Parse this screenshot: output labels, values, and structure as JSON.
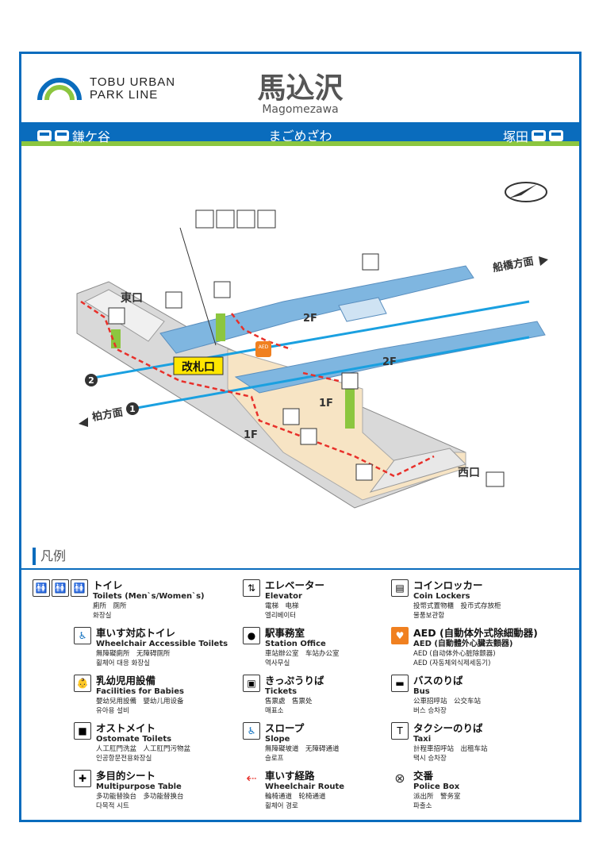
{
  "header": {
    "logo_line1": "TOBU URBAN",
    "logo_line2": "PARK LINE",
    "station_name": "馬込沢",
    "station_name_en": "Magomezawa",
    "station_kana": "まごめざわ",
    "prev_station": "鎌ケ谷",
    "next_station": "塚田"
  },
  "map": {
    "east_exit": "東口",
    "west_exit": "西口",
    "ticket_gate": "改札口",
    "floor_2f_a": "2F",
    "floor_2f_b": "2F",
    "floor_1f_a": "1F",
    "floor_1f_b": "1F",
    "dir_funabashi": "船橋方面",
    "dir_kashiwa": "柏方面",
    "track_1": "1",
    "track_2": "2",
    "aed": "AED"
  },
  "legend": {
    "title": "凡例",
    "items": [
      {
        "icon": "toilets-icon",
        "ja": "トイレ",
        "en": "Toilets (Men`s/Women`s)",
        "sub1": "廁所　厕所",
        "sub2": "화장실"
      },
      {
        "icon": "wheelchair-toilet-icon",
        "ja": "車いす対応トイレ",
        "en": "Wheelchair Accessible Toilets",
        "sub1": "無障礙廁所　无障碍厕所",
        "sub2": "휠체어 대응 화장실"
      },
      {
        "icon": "baby-icon",
        "ja": "乳幼児用設備",
        "en": "Facilities for Babies",
        "sub1": "嬰幼兒用設備　婴幼儿用设备",
        "sub2": "유아용 설비"
      },
      {
        "icon": "ostomate-icon",
        "ja": "オストメイト",
        "en": "Ostomate Toilets",
        "sub1": "人工肛門洗盆　人工肛門污物盆",
        "sub2": "인공항문전용화장실"
      },
      {
        "icon": "multipurpose-table-icon",
        "ja": "多目的シート",
        "en": "Multipurpose Table",
        "sub1": "多功能替換台　多功能替换台",
        "sub2": "다목적 시트"
      },
      {
        "icon": "elevator-icon",
        "ja": "エレベーター",
        "en": "Elevator",
        "sub1": "電梯　电梯",
        "sub2": "엘리베이터"
      },
      {
        "icon": "station-office-icon",
        "ja": "駅事務室",
        "en": "Station Office",
        "sub1": "車站辦公室　车站办公室",
        "sub2": "역사무실"
      },
      {
        "icon": "tickets-icon",
        "ja": "きっぷうりば",
        "en": "Tickets",
        "sub1": "售票處　售票处",
        "sub2": "매표소"
      },
      {
        "icon": "slope-icon",
        "ja": "スロープ",
        "en": "Slope",
        "sub1": "無障礙坡道　无障碍通道",
        "sub2": "슬로프"
      },
      {
        "icon": "wheelchair-route-icon",
        "ja": "車いす経路",
        "en": "Wheelchair Route",
        "sub1": "輪椅通道　轮椅通道",
        "sub2": "휠체어 경로"
      },
      {
        "icon": "coin-locker-icon",
        "ja": "コインロッカー",
        "en": "Coin Lockers",
        "sub1": "投幣式置物櫃　投币式存放柜",
        "sub2": "물품보관함"
      },
      {
        "icon": "aed-icon",
        "ja": "AED (自動体外式除細動器)",
        "en": "AED (自動體外心臟去顫器)",
        "sub1": "AED (自动体外心脏除颤器)",
        "sub2": "AED (자동체외식제세동기)"
      },
      {
        "icon": "bus-icon",
        "ja": "バスのりば",
        "en": "Bus",
        "sub1": "公車招呼站　公交车站",
        "sub2": "버스 승차장"
      },
      {
        "icon": "taxi-icon",
        "ja": "タクシーのりば",
        "en": "Taxi",
        "sub1": "計程車招呼站　出租车站",
        "sub2": "택시 승차장"
      },
      {
        "icon": "police-box-icon",
        "ja": "交番",
        "en": "Police Box",
        "sub1": "派出所　警务室",
        "sub2": "파출소"
      }
    ]
  },
  "colors": {
    "brand_blue": "#0a6cbd",
    "brand_green": "#8cc63f",
    "platform": "#7fb6e0",
    "concourse": "#f7e4c4",
    "route_red": "#e8302a"
  }
}
